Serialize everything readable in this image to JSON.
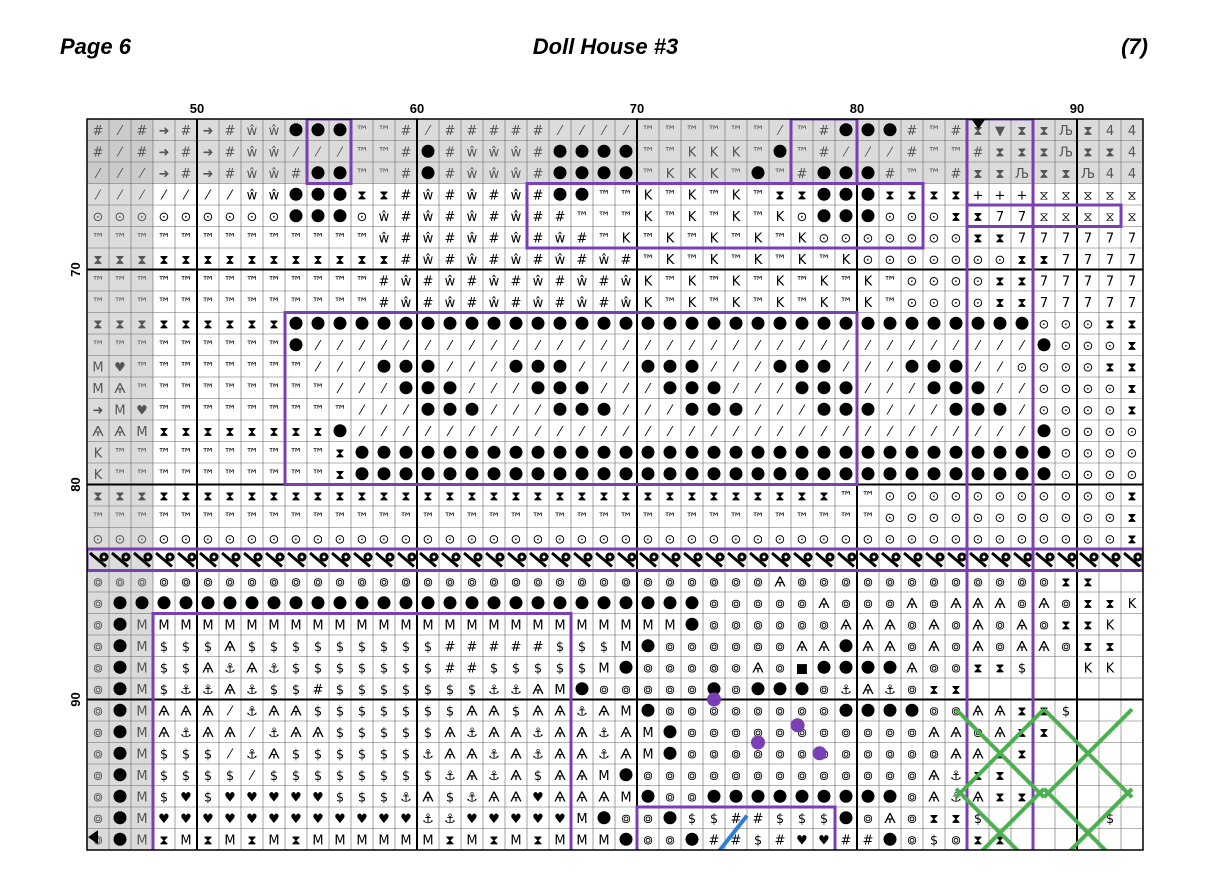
{
  "header": {
    "page_label": "Page 6",
    "title": "Doll House #3",
    "page_number": "(7)"
  },
  "ruler": {
    "top": [
      "50",
      "60",
      "70",
      "80",
      "90"
    ],
    "left": [
      "70",
      "80",
      "90"
    ]
  },
  "chart_rows": [
    "#%#>#>#WW&&&tt#%#####%%%%tttttt%t#&&&#t#XVXXYX4444",
    "#%#>#>#WW%%%tt#&#WWW#&&&&ttKKKt&t#%%%#tt#XXXYXX4444",
    "%%%>#>#WW#&&tt#&#WWW#&&&&tKKKt&t#&&&#tt#XXYXXY4444",
    "%%%%%%%WW&&&XX#W#W#W#&&ttKtKtKtXX&&&XXXX+++vvvvv",
    "ooooooooo&&&oW#W#W#W##tttKtKtKtKo&&&oooXX77vvvvvv",
    "tttttttttttttW#W#W#W#W#tKtKtKtKtKoooooooXX77777777",
    "XXXXXXXXXXXXXX#W#W#W#W#W#tKtKtKtKtKoooooooXX77777777",
    "ttttttttttttt#W#W#W#W#W#WKtKtKtKtKtKtooooXX77777777",
    "ttttttttttttt#W#W#W#W#W#WKtKtKtKtKtKtooooXX77777777",
    "XXXXXXXXX&&&&&&&&&&&&&&&&&&&&&&&&&&&&&&&&&&oooXX77777777",
    "ttttttttt&%%%%%%%%%%%%%%%%%%%%%%%%%%%%%%%%%&oooXX77777777",
    "MPtttttttt%%%&&&%%%&&&%%%&&&%%%&&&%%%&&&%%ooooXX77777777",
    "MAttttttttt%%%&&&%%%&&&%%%&&&%%%&&&%%%&&&%%ooooXX77777777",
    ">MPttttttttt%%%&&&%%%&&&%%%&&&%%%&&&%%%&&&%ooooXX77777777",
    "AAMXXXXXXXX&%%%%%%%%%%%%%%%%%%%%%%%%%%%%%%%&ooooXX777PPP77",
    "KttttttttttX&&&&&&&&&&&&&&&&&&&&&&&&&&&&&&&&ooooXX77PPPPP7",
    "KttttttttttX&&&&&&&&&&&&&&&&&&&&&&&&&&&&&&&&ooooXX777B7B77",
    "XXXXXXXXXXXXXXXXXXXXXXXXXXXXXXXXXXttoooooooooooXX777777/",
    "ttttttttttttttttttttttttttttttttttttoooooooooooXX7777777",
    "oooooooooooooooooooooooooooooooooooooooooooooooXX7777777",
    "XXXXXXXXXXXXXXXXXXXXXXXXXXXXXXXXXXXXXXXXXXXXXXXXXXXXXXXXX",
    "sssssssssssssssssssssssssssssssAssssssssssssXX..........",
    "s&&&&&&&&&&&&&&&&&&&&&&&&&&&sssssAsssAsAAAsAsXXK.$$.K.$",
    "s&MMMMMMMMMMMMMMMMMMMMMMMMM&ssssssAAAsAsAsAsXXK.$$.K.$",
    "s&M$$$A$$$$$$$$$#####$$$M&ssssssAA&AAsAsAsAAsXX........",
    "s&M$$A^A^$$$$$$$##$$$$$M&sssssAsB&&&&AssXX$..KK.$..K",
    "s&M$^^A^$$#$$$$$$$^^AM&sssss&s&&&s^A^sXX........",
    "s&MAAA%^AA$$$$$$$AA$AA^AM&ssssssss&&&&ssAAXX$.....$.",
    "s&MA^AA%^AA$$$$$A^AA^AA^AM&sssssssssssAAsAXX........",
    "s&M$$$%^A$$$$$$^AA^A^AA^AM&ssssssssssssAAXX........",
    "s&M$$$$%$$$$$$$$^A^A$AAM&sssssssssssssA^XX........",
    "s&M$P$PPPPP$$$^A$^AAPAAAM&ss&&&&&&&&&sA^AXX........",
    "s&MPPPPPPPPPPPP^^PPPPPM&ss&$$##$$$&sAsXX$.....$.",
    "s&MXMXMXMXMMMMMMXMXMXMMM&ss&##$#PP##&s$sXX........"
  ],
  "palette": {
    "grid_line": "#666666",
    "major_line": "#000000",
    "outline": "#7b3fb5",
    "shade": "#bdbdbd",
    "green": "#4caf50",
    "blue": "#2f7fd6"
  }
}
